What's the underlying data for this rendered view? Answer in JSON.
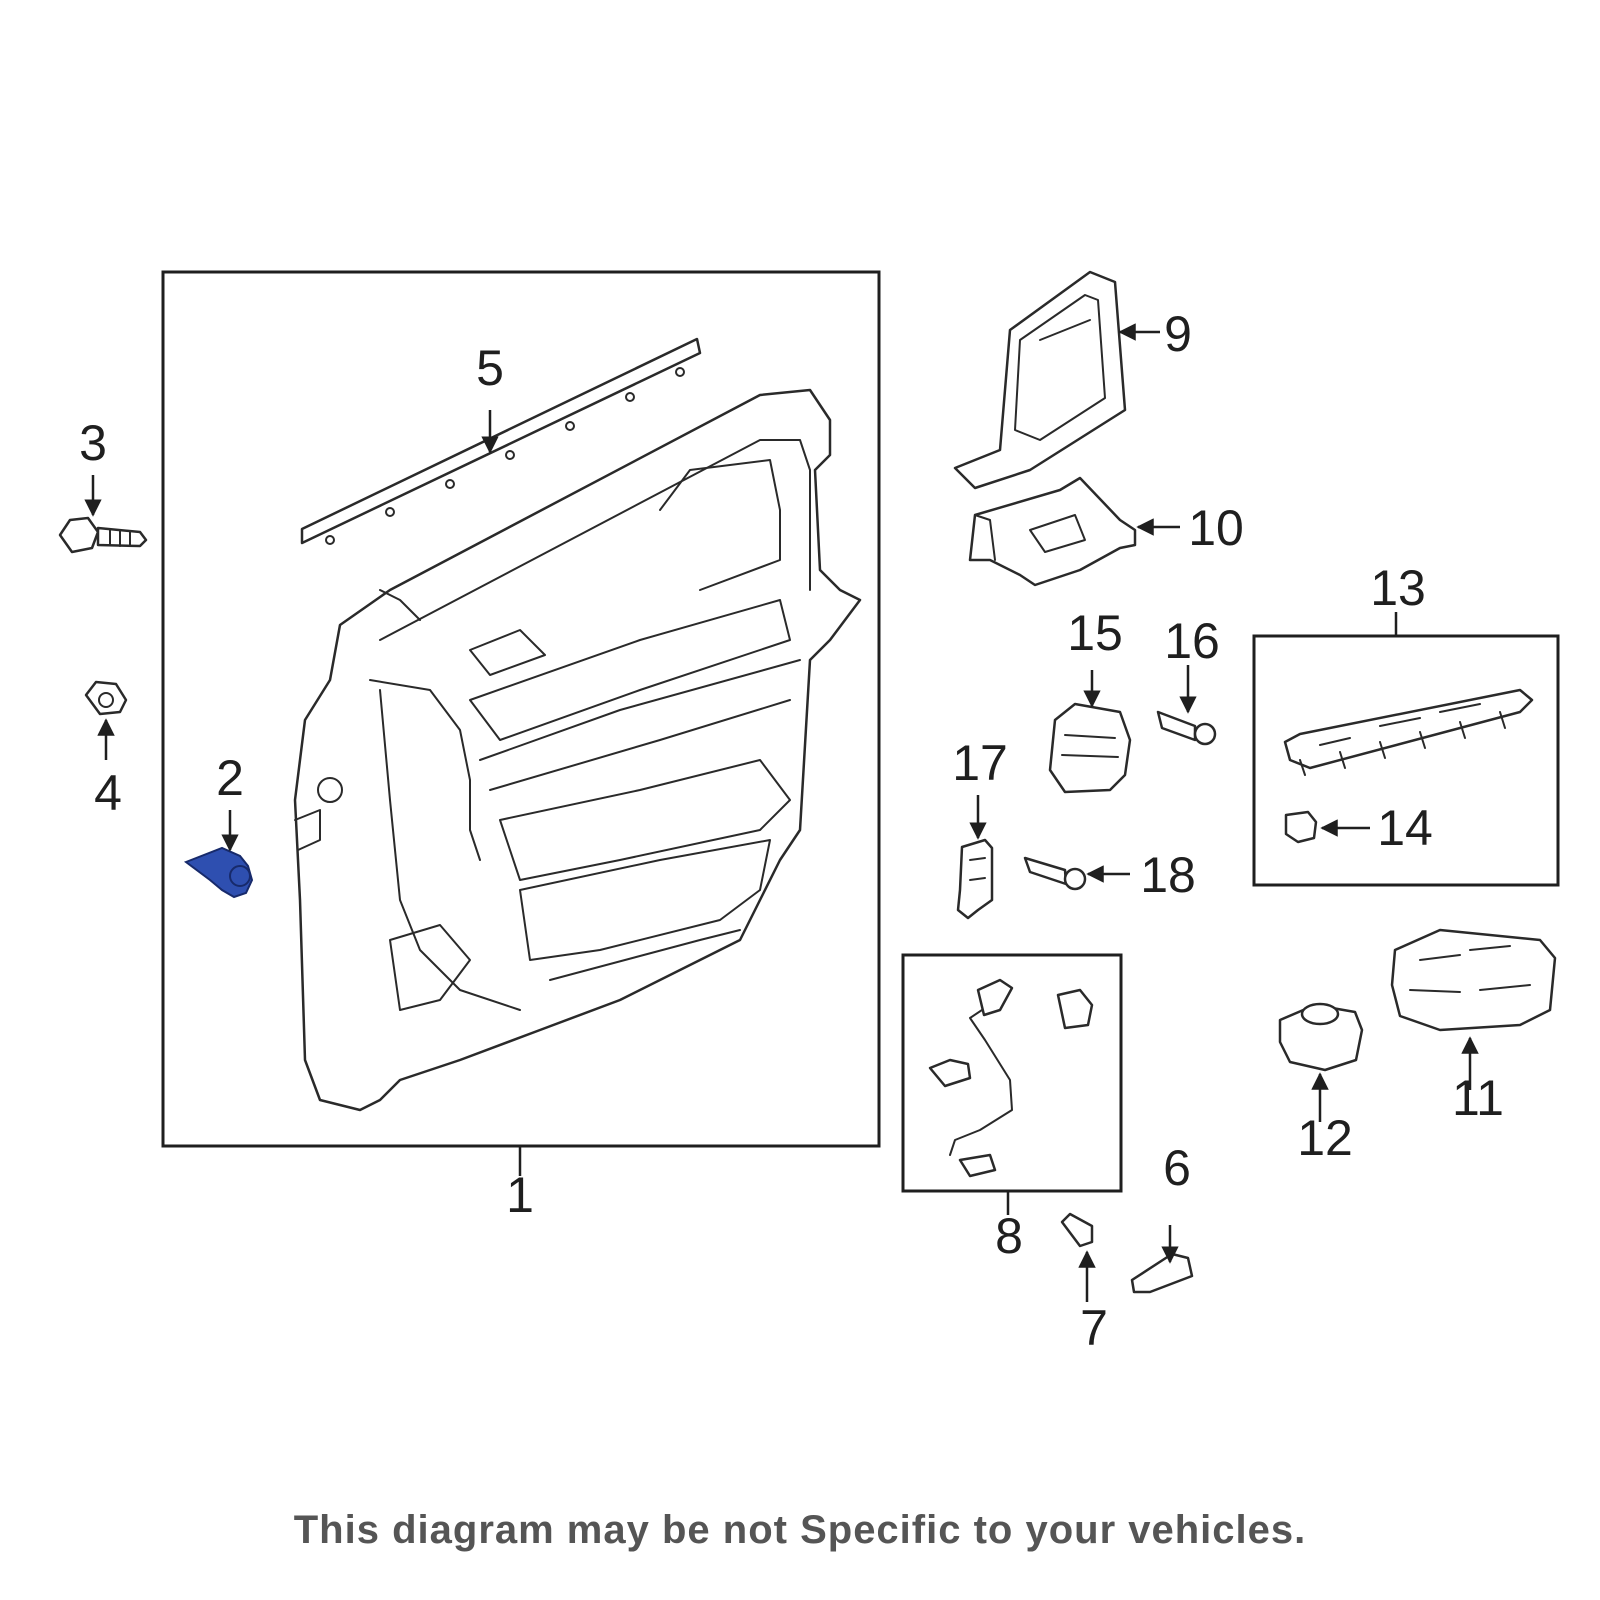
{
  "diagram": {
    "callouts": {
      "c1": "1",
      "c2": "2",
      "c3": "3",
      "c4": "4",
      "c5": "5",
      "c6": "6",
      "c7": "7",
      "c8": "8",
      "c9": "9",
      "c10": "10",
      "c11": "11",
      "c12": "12",
      "c13": "13",
      "c14": "14",
      "c15": "15",
      "c16": "16",
      "c17": "17",
      "c18": "18"
    },
    "highlight_color": "#2e4fb0",
    "highlighted_part": "2"
  },
  "footer": {
    "disclaimer": "This diagram may be not Specific to your vehicles."
  }
}
